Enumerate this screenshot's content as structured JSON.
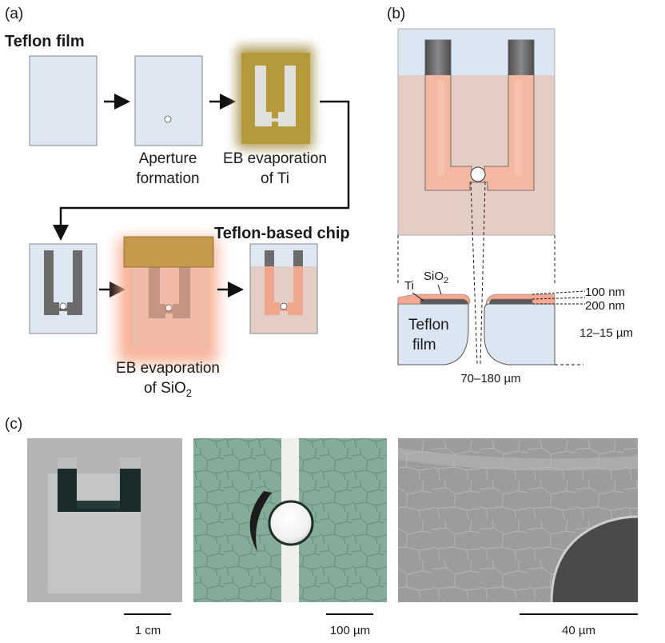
{
  "panels": {
    "a": "(a)",
    "b": "(b)",
    "c": "(c)"
  },
  "panel_a": {
    "start_label": "Teflon film",
    "step1_line1": "Aperture",
    "step1_line2": "formation",
    "step2_line1": "EB evaporation",
    "step2_line2": "of Ti",
    "step3_line1": "EB evaporation",
    "step3_line2_prefix": "of SiO",
    "step3_line2_sub": "2",
    "final_label": "Teflon-based chip"
  },
  "panel_b": {
    "ti_label": "Ti",
    "sio2_prefix": "SiO",
    "sio2_sub": "2",
    "teflon_line1": "Teflon",
    "teflon_line2": "film",
    "dim_sio2": "100 nm",
    "dim_ti": "200 nm",
    "dim_film": "12–15 µm",
    "dim_aperture": "70–180 µm"
  },
  "panel_c": {
    "scale1": "1 cm",
    "scale2": "100 µm",
    "scale3": "40 µm"
  },
  "colors": {
    "film_blue": "#dfe7f3",
    "ti_gold": "#b5993a",
    "ti_dark": "#5a5a5a",
    "sio2_pink": "#f3a991",
    "chip_bg": "#e3cdc4"
  }
}
